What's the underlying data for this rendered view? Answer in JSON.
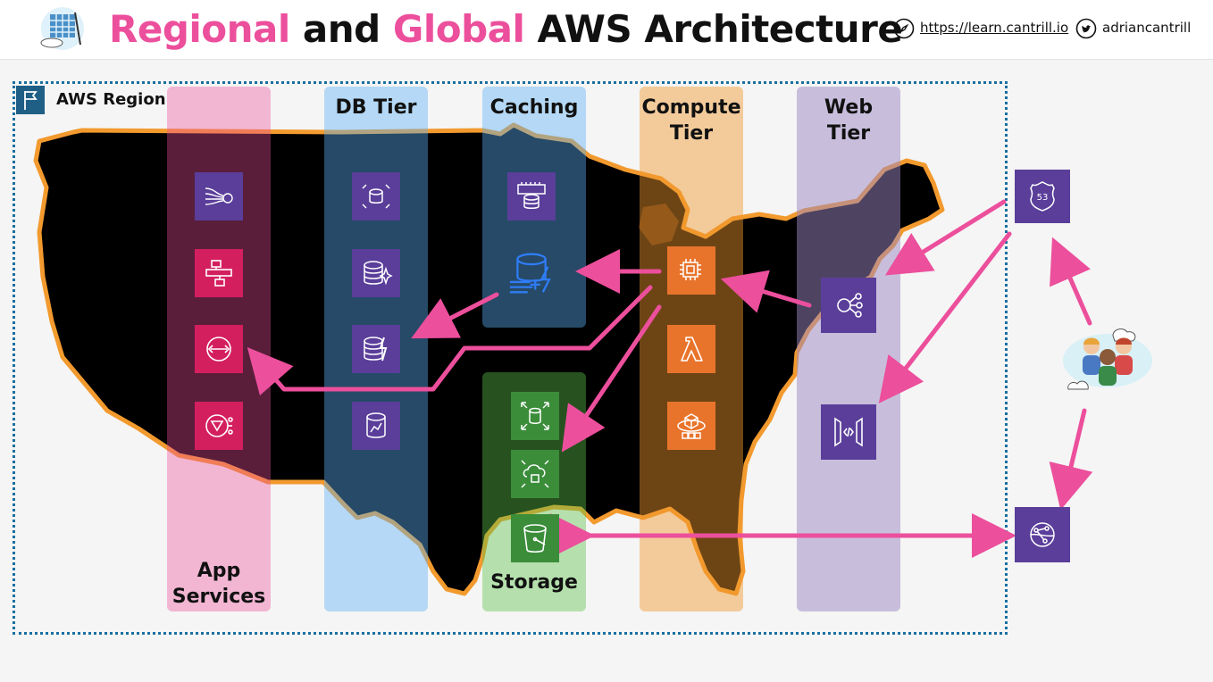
{
  "header": {
    "title_part1": "Regional",
    "title_part2": " and ",
    "title_part3": "Global",
    "title_part4": " AWS Architecture",
    "url": "https://learn.cantrill.io",
    "handle": "adriancantrill"
  },
  "region": {
    "label": "AWS Region"
  },
  "tiers": {
    "db_label": "DB Tier",
    "caching_label": "Caching",
    "compute_label_line1": "Compute",
    "compute_label_line2": "Tier",
    "web_label_line1": "Web",
    "web_label_line2": "Tier",
    "app_label_line1": "App",
    "app_label_line2": "Services",
    "storage_label": "Storage"
  },
  "icons": {
    "app_services": [
      "kinesis-icon",
      "step-functions-icon",
      "sqs-icon",
      "sns-icon"
    ],
    "db_tier": [
      "rds-icon",
      "aurora-icon",
      "dynamodb-icon",
      "redshift-icon"
    ],
    "caching": [
      "elasticache-icon",
      "dax-icon"
    ],
    "storage": [
      "efs-icon",
      "storage-gateway-icon",
      "s3-icon"
    ],
    "compute": [
      "ec2-icon",
      "lambda-icon",
      "ecs-icon"
    ],
    "web": [
      "elb-icon",
      "api-gateway-icon"
    ],
    "global": [
      "route53-icon",
      "cloudfront-icon",
      "users-icon"
    ]
  },
  "colors": {
    "accent_pink": "#ec4f9c",
    "region_border": "#1a6fa0",
    "map_outline": "#f29a2e"
  }
}
